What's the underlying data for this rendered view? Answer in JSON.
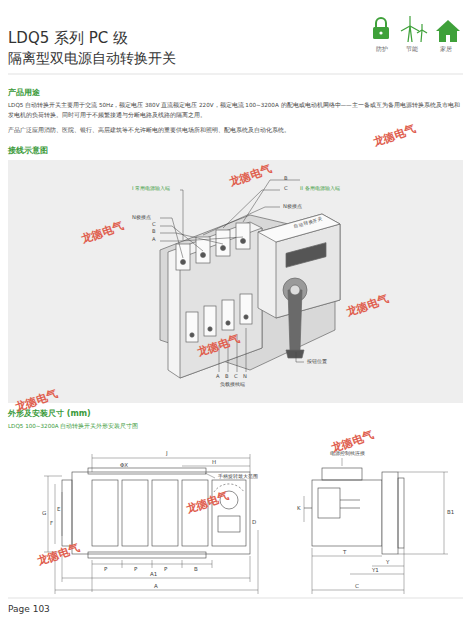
{
  "diagram": {
    "title": "LDQ5 系列 PC 级",
    "labels": [
      "隔离型双电源自动转换开关",
      "防护",
      "节能",
      "家居",
      "产品用途",
      "LDQ5 自动转换开关主要用于交流 50Hz，额定电压 380V 直流额定电压 220V，额定电流 100~3200A 的配电或电动机网络中——主一备或互为备用电源转换系统及市电和发电机的负荷转换。同时可用于不频繁接通与分断电路及线路的隔离之用。",
      "产品广泛应用消防、医院、银行、高层建筑等不允许断电的重要供电场所和照明、配电系统及自动化系统。",
      "接线示意图",
      "I 常用电源输入端",
      "B",
      "II 备用电源输入端",
      "C",
      "N极接点",
      "N极接点",
      "C",
      "B",
      "A",
      "自动转换开关",
      "按钮位置",
      "A",
      "B",
      "C",
      "N",
      "负载接线端",
      "外形及安装尺寸 (mm)",
      "LDQ5  100~3200A 自动转换开关外形安装尺寸图",
      "J",
      "H",
      "ΦX",
      "手柄旋转最大范围",
      "电源控制线连接",
      "G",
      "F",
      "E",
      "D",
      "P",
      "P",
      "P",
      "B",
      "A1",
      "A",
      "T",
      "Y",
      "Y1",
      "C",
      "K",
      "B1",
      "Page 103",
      "龙德电气",
      "龙德电气",
      "龙德电气",
      "龙德电气",
      "龙德电气",
      "龙德电气",
      "龙德电气",
      "龙德电气",
      "龙德电气"
    ]
  }
}
